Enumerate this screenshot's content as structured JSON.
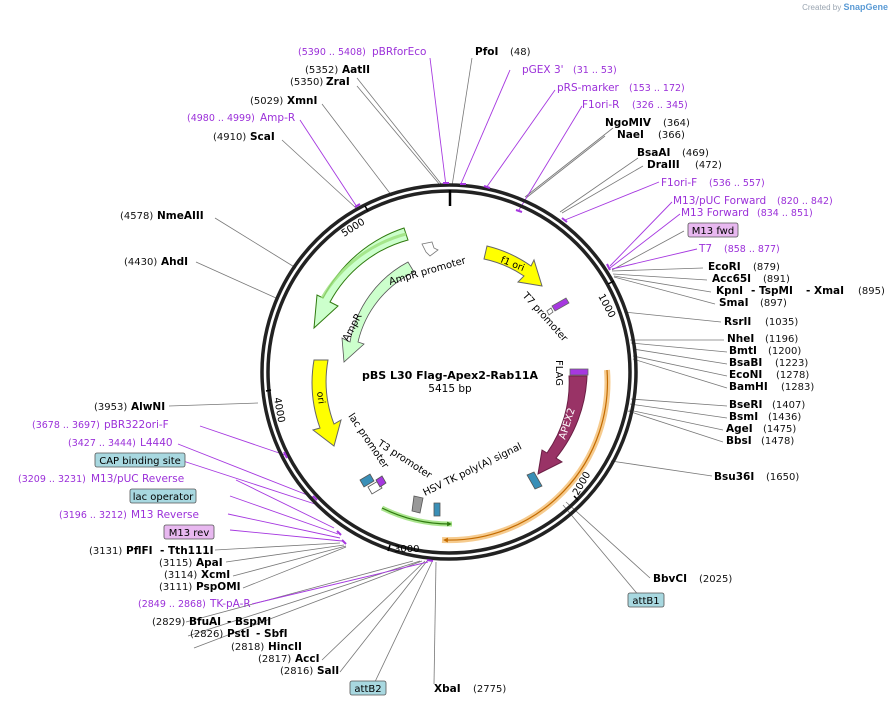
{
  "credit": {
    "prefix": "Created by",
    "brand": "SnapGene"
  },
  "plasmid": {
    "name": "pBS L30 Flag-Apex2-Rab11A",
    "length": "5415 bp"
  },
  "ticks": [
    "1000",
    "2000",
    "3000",
    "4000",
    "5000"
  ],
  "features": {
    "f1_ori": "f1 ori",
    "t7_promoter": "T7 promoter",
    "flag": "FLAG",
    "apex2": "APEX2",
    "hsv": "HSV TK poly(A) signal",
    "t3_promoter": "T3 promoter",
    "lac_promoter": "lac promoter",
    "ori": "ori",
    "ampr": "AmpR",
    "ampr_promoter": "AmpR promoter"
  },
  "boxes": {
    "m13_fwd": "M13 fwd",
    "cap": "CAP binding site",
    "lac_operator": "lac operator",
    "m13_rev": "M13 rev",
    "attb1": "attB1",
    "attb2": "attB2"
  },
  "labels": {
    "l_pfoi_n": "PfoI",
    "l_pfoi_c": "(48)",
    "l_pbrfor_c": "(5390 .. 5408)",
    "l_pbrfor_n": "pBRforEco",
    "l_aatii_c": "(5352)",
    "l_aatii_n": "AatII",
    "l_zrai_c": "(5350)",
    "l_zrai_n": "ZraI",
    "l_xmni_c": "(5029)",
    "l_xmni_n": "XmnI",
    "l_ampr_c": "(4980 .. 4999)",
    "l_ampr_n": "Amp-R",
    "l_scai_c": "(4910)",
    "l_scai_n": "ScaI",
    "l_nmeaiii_c": "(4578)",
    "l_nmeaiii_n": "NmeAIII",
    "l_ahdi_c": "(4430)",
    "l_ahdi_n": "AhdI",
    "l_alwni_c": "(3953)",
    "l_alwni_n": "AlwNI",
    "l_pbr322_c": "(3678 .. 3697)",
    "l_pbr322_n": "pBR322ori-F",
    "l_l4440_c": "(3427 .. 3444)",
    "l_l4440_n": "L4440",
    "l_m13pucrev_c": "(3209 .. 3231)",
    "l_m13pucrev_n": "M13/pUC Reverse",
    "l_m13rev_c": "(3196 .. 3212)",
    "l_m13rev_n": "M13 Reverse",
    "l_pflfi_c": "(3131)",
    "l_pflfi_n": "PflFI",
    "l_tth_n": "- Tth111I",
    "l_apai_c": "(3115)",
    "l_apai_n": "ApaI",
    "l_xcmi_c": "(3114)",
    "l_xcmi_n": "XcmI",
    "l_psp_c": "(3111)",
    "l_psp_n": "PspOMI",
    "l_tkpa_c": "(2849 .. 2868)",
    "l_tkpa_n": "TK-pA-R",
    "l_bfuai_c": "(2829)",
    "l_bfuai_n": "BfuAI",
    "l_bspmi_n": "- BspMI",
    "l_psti_c": "(2826)",
    "l_psti_n": "PstI",
    "l_sbfi_n": "- SbfI",
    "l_hincii_c": "(2818)",
    "l_hincii_n": "HincII",
    "l_acci_c": "(2817)",
    "l_acci_n": "AccI",
    "l_sali_c": "(2816)",
    "l_sali_n": "SalI",
    "l_xbai_n": "XbaI",
    "l_xbai_c": "(2775)",
    "l_pgex_n": "pGEX 3'",
    "l_pgex_c": "(31 .. 53)",
    "l_prs_n": "pRS-marker",
    "l_prs_c": "(153 .. 172)",
    "l_f1orir_n": "F1ori-R",
    "l_f1orir_c": "(326 .. 345)",
    "l_ngomiv_n": "NgoMIV",
    "l_ngomiv_c": "(364)",
    "l_naei_n": "NaeI",
    "l_naei_c": "(366)",
    "l_bsaai_n": "BsaAI",
    "l_bsaai_c": "(469)",
    "l_draiii_n": "DraIII",
    "l_draiii_c": "(472)",
    "l_f1orif_n": "F1ori-F",
    "l_f1orif_c": "(536 .. 557)",
    "l_m13pucf_n": "M13/pUC Forward",
    "l_m13pucf_c": "(820 .. 842)",
    "l_m13f_n": "M13 Forward",
    "l_m13f_c": "(834 .. 851)",
    "l_t7_n": "T7",
    "l_t7_c": "(858 .. 877)",
    "l_ecori_n": "EcoRI",
    "l_ecori_c": "(879)",
    "l_acc65i_n": "Acc65I",
    "l_acc65i_c": "(891)",
    "l_kpni_n": "KpnI",
    "l_tspmi_n": "- TspMI",
    "l_xmai_n": "- XmaI",
    "l_kpni_c": "(895)",
    "l_smai_n": "SmaI",
    "l_smai_c": "(897)",
    "l_rsrii_n": "RsrII",
    "l_rsrii_c": "(1035)",
    "l_nhei_n": "NheI",
    "l_nhei_c": "(1196)",
    "l_bmti_n": "BmtI",
    "l_bmti_c": "(1200)",
    "l_bsabi_n": "BsaBI",
    "l_bsabi_c": "(1223)",
    "l_econi_n": "EcoNI",
    "l_econi_c": "(1278)",
    "l_bamhi_n": "BamHI",
    "l_bamhi_c": "(1283)",
    "l_bseri_n": "BseRI",
    "l_bseri_c": "(1407)",
    "l_bsmi_n": "BsmI",
    "l_bsmi_c": "(1436)",
    "l_agei_n": "AgeI",
    "l_agei_c": "(1475)",
    "l_bbsi_n": "BbsI",
    "l_bbsi_c": "(1478)",
    "l_bsu36i_n": "Bsu36I",
    "l_bsu36i_c": "(1650)",
    "l_bbvci_n": "BbvCI",
    "l_bbvci_c": "(2025)"
  },
  "colors": {
    "backbone": "#222222",
    "enzyme_text": "#000000",
    "feature_text": "#9b30d9",
    "f1_ori": "#ffff00",
    "ori": "#ffff00",
    "ampr": "#ccffcc",
    "apex2": "#993366",
    "box_teal": "#a8d8e0",
    "box_purple": "#e8b8f0",
    "insert_highlight": "#f5c27a",
    "promoter_highlight": "#9be07a"
  }
}
